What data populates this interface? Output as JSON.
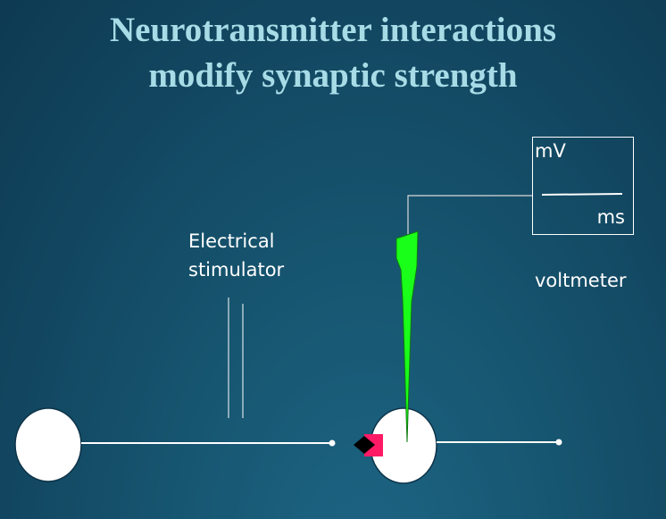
{
  "title": {
    "line1": "Neurotransmitter interactions",
    "line2": "modify synaptic strength"
  },
  "labels": {
    "stimulator_line1": "Electrical",
    "stimulator_line2": "stimulator",
    "voltmeter": "voltmeter",
    "scope_y_unit": "mV",
    "scope_x_unit": "ms"
  },
  "colors": {
    "background": "#124660",
    "title": "#a7dbe6",
    "electrode": "#1aff1a",
    "terminal": "#ff1a66",
    "receptor": "#000000",
    "lines": "#ffffff"
  }
}
